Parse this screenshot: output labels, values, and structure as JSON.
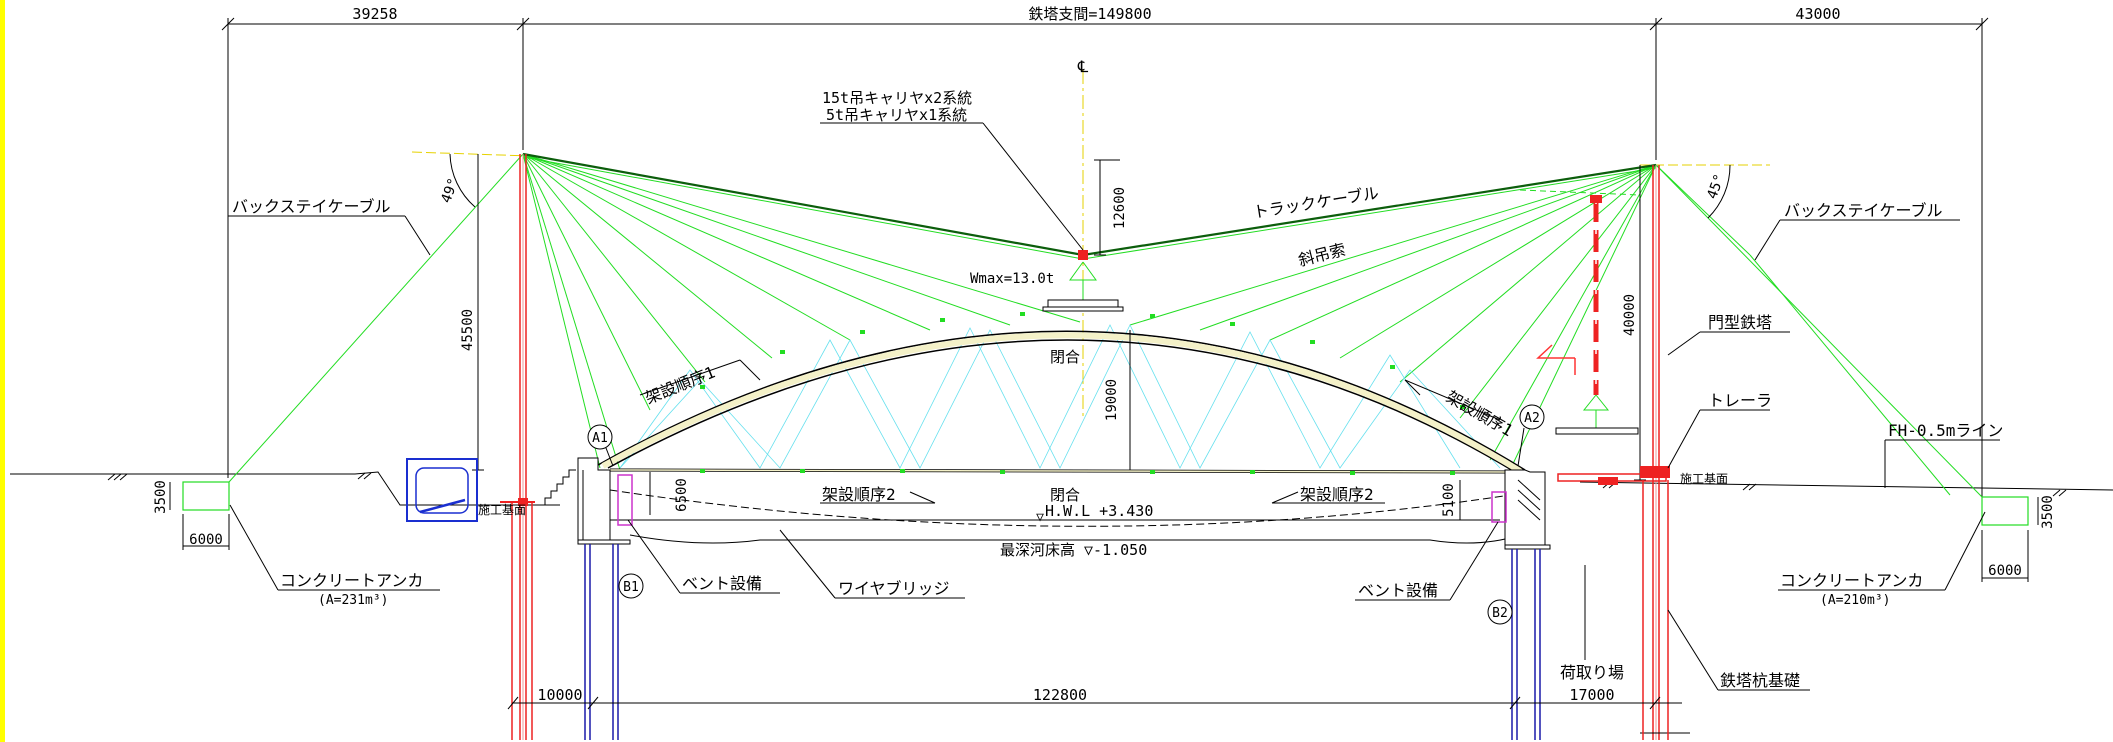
{
  "dims": {
    "tower_span": "鉄塔支間=149800",
    "left_outer": "39258",
    "right_outer": "43000",
    "left_tower_height": "45500",
    "right_tower_height": "40000",
    "sag": "12600",
    "arch_rise": "19000",
    "left_anchor_height": "3500",
    "left_anchor_width": "6000",
    "right_anchor_height": "3500",
    "right_anchor_width": "6000",
    "left_abut_height": "6500",
    "right_abut_height": "5100",
    "bottom_left": "10000",
    "bottom_mid": "122800",
    "bottom_right": "17000"
  },
  "labels": {
    "centerline": "℄",
    "carrier_1": "15t吊キャリヤx2系統",
    "carrier_2": "5t吊キャリヤx1系統",
    "track_cable": "トラックケーブル",
    "stay_cable": "斜吊索",
    "wmax": "Wmax=13.0t",
    "backstay_left": "バックステイケーブル",
    "backstay_right": "バックステイケーブル",
    "angle_left": "49°",
    "angle_right": "45°",
    "close_top": "閉合",
    "close_bottom": "閉合",
    "seq1_left": "架設順序1",
    "seq1_right": "架設順序1",
    "seq2_left": "架設順序2",
    "seq2_right": "架設順序2",
    "a1": "A1",
    "a2": "A2",
    "b1": "B1",
    "b2": "B2",
    "hwl": "H.W.L +3.430",
    "deepest": "最深河床高 ▽-1.050",
    "const_base_left": "施工基面",
    "const_base_right": "施工基面",
    "portal_tower": "門型鉄塔",
    "trailer": "トレーラ",
    "fh_line": "FH-0.5mライン",
    "anchor_left": "コンクリートアンカ",
    "anchor_left_area": "(A=231m³)",
    "anchor_right": "コンクリートアンカ",
    "anchor_right_area": "(A=210m³)",
    "bent_left": "ベント設備",
    "bent_right": "ベント設備",
    "wire_bridge": "ワイヤブリッジ",
    "unloading": "荷取り場",
    "tower_foundation": "鉄塔杭基礎"
  },
  "colors": {
    "stay": "#22dd22",
    "tower_red": "#ee2222",
    "pile_blue": "#1a1aaa",
    "lattice": "#66e0ee",
    "centerline": "#e6d200",
    "frame": "#ffff00",
    "arrow": "#ff3333",
    "machine_blue": "#1a2fd0"
  }
}
